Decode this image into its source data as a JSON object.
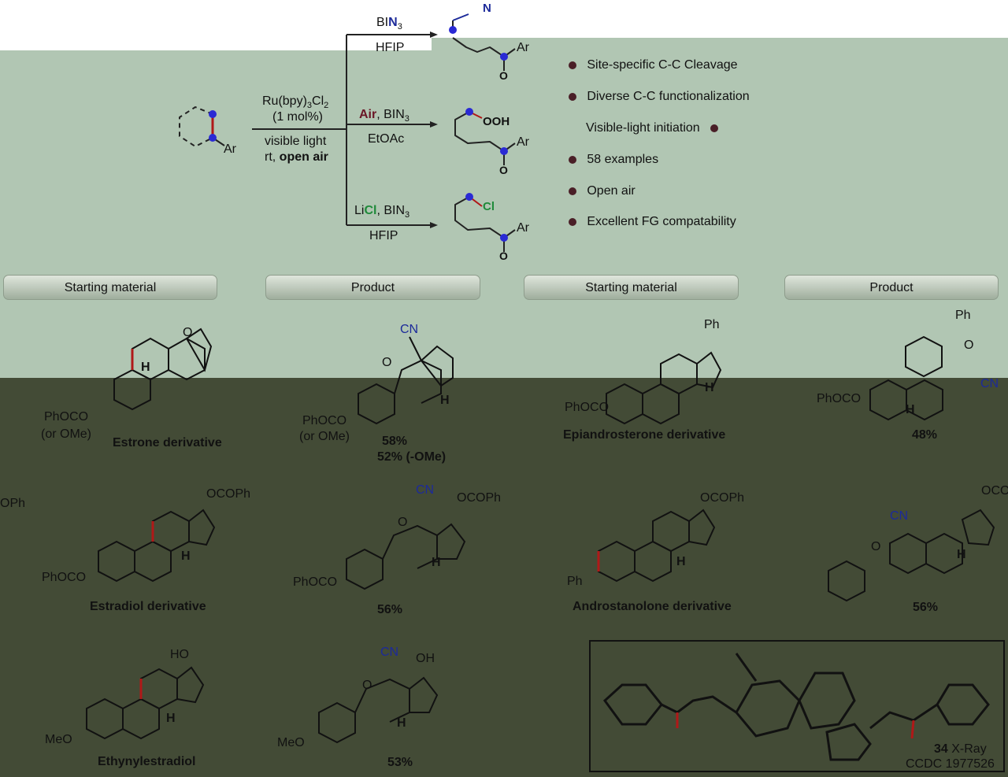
{
  "scheme": {
    "reagents_top": "Ru(bpy)3Cl2",
    "reagents_top_sub": "3",
    "reagents_top_sub2": "2",
    "loading": "(1 mol%)",
    "conditions_1": "visible light",
    "conditions_2_prefix": "rt, ",
    "conditions_2_bold": "open air",
    "substituent": "Ar",
    "branches": [
      {
        "reagent_prefix": "BI",
        "reagent_accent": "N",
        "reagent_sub": "3",
        "solvent": "HFIP",
        "group": "N",
        "ar": "Ar",
        "o": "O"
      },
      {
        "reagent_prefix": "",
        "reagent_accent": "Air",
        "reagent_suffix": ", BIN",
        "reagent_sub": "3",
        "solvent": "EtOAc",
        "group": "OOH",
        "ar": "Ar",
        "o": "O"
      },
      {
        "reagent_prefix": "Li",
        "reagent_accent": "Cl",
        "reagent_suffix": ", BIN",
        "reagent_sub": "3",
        "solvent": "HFIP",
        "group": "Cl",
        "ar": "Ar",
        "o": "O"
      }
    ]
  },
  "features": [
    "Site-specific C-C Cleavage",
    "Diverse C-C functionalization",
    "Visible-light initiation",
    "58 examples",
    "Open air",
    "Excellent FG compatability"
  ],
  "headers": [
    "Starting material",
    "Product",
    "Starting material",
    "Product"
  ],
  "examples": {
    "estrone": {
      "name": "Estrone derivative",
      "group": "PhOCO",
      "alt": "(or OMe)",
      "ketone": "O",
      "h": "H"
    },
    "estrone_product": {
      "group": "PhOCO",
      "alt": "(or OMe)",
      "cn": "CN",
      "ketone": "O",
      "yield": "58%",
      "yield_alt": "52% (-OMe)",
      "h": "H"
    },
    "epiandrosterone": {
      "name": "Epiandrosterone derivative",
      "group": "PhOCO",
      "ph": "Ph",
      "h": "H"
    },
    "epiandrosterone_product": {
      "group": "PhOCO",
      "ph": "Ph",
      "o": "O",
      "cn": "CN",
      "yield": "48%",
      "h": "H"
    },
    "estradiol": {
      "name": "Estradiol derivative",
      "group": "PhOCO",
      "ester": "OCOPh",
      "h": "H",
      "edge": "OPh"
    },
    "estradiol_product": {
      "group": "PhOCO",
      "ester": "OCOPh",
      "cn": "CN",
      "ketone": "O",
      "yield": "56%",
      "h": "H"
    },
    "androstanolone": {
      "name": "Androstanolone derivative",
      "ph": "Ph",
      "ester": "OCOPh",
      "h": "H"
    },
    "androstanolone_product": {
      "ester": "OCO",
      "cn": "CN",
      "o": "O",
      "yield": "56%",
      "h": "H"
    },
    "ethynylestradiol": {
      "name": "Ethynylestradiol",
      "group": "MeO",
      "oh": "HO",
      "h": "H"
    },
    "ethynylestradiol_product": {
      "group": "MeO",
      "oh": "OH",
      "cn": "CN",
      "ketone": "O",
      "yield": "53%",
      "h": "H"
    }
  },
  "xray": {
    "label": "34",
    "suffix": " X-Ray",
    "ccdc": "CCDC 1977526"
  },
  "colors": {
    "blue_node": "#2a2ad4",
    "red_bond": "#b01818",
    "green_panel": "#b1c6b3",
    "dark_panel": "#434b36",
    "nitrile": "#1c2a9a",
    "chloride": "#1f8a3a",
    "air": "#6a1626"
  }
}
